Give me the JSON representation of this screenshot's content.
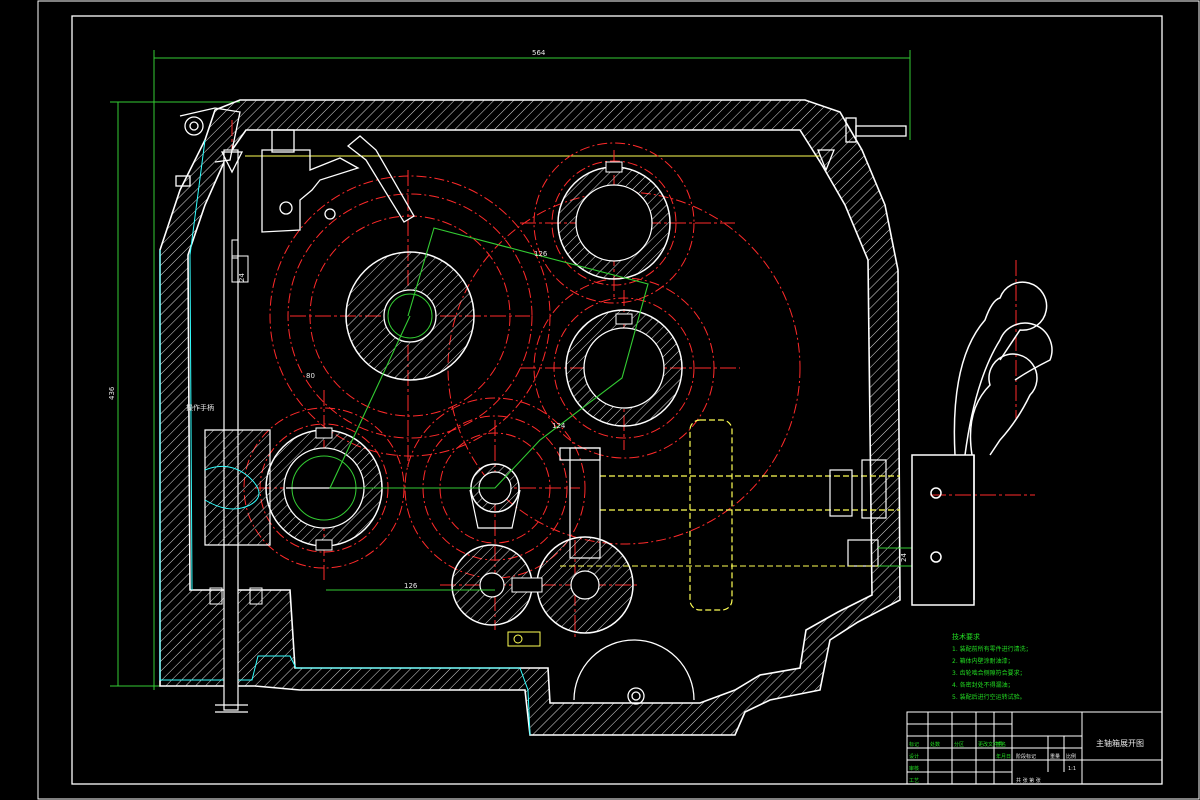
{
  "drawing": {
    "title": "主轴箱展开图",
    "dimensions": {
      "width": "564",
      "height": "436",
      "center_distance_a": "126",
      "center_distance_b": "80",
      "center_distance_c": "124",
      "bottom_offset": "126",
      "stop_right": "24",
      "stop_left": "24"
    },
    "labels": {
      "lever_label": "操作手柄"
    }
  },
  "notes": {
    "heading": "技术要求",
    "lines": [
      "1. 装配前所有零件进行清洗；",
      "2. 箱体内壁涂耐油漆；",
      "3. 齿轮啮合侧隙符合要求；",
      "4. 各密封处不得漏油；",
      "5. 装配后进行空运转试验。"
    ]
  },
  "title_block": {
    "name": "主轴箱展开图",
    "row_labels": [
      "标记",
      "设计",
      "审核",
      "工艺"
    ],
    "col_labels": [
      "处数",
      "分区",
      "更改文件号",
      "签名",
      "年月日"
    ],
    "stage_labels": [
      "阶段标记",
      "重量",
      "比例"
    ],
    "scale": "1:1",
    "sheet": "共 张 第 张"
  },
  "colors": {
    "background": "#000000",
    "outline": "#ffffff",
    "hatch": "#e6e6e6",
    "center": "#ff2a2a",
    "hidden": "#ffff55",
    "link": "#33cc33",
    "detail": "#33ffff"
  }
}
